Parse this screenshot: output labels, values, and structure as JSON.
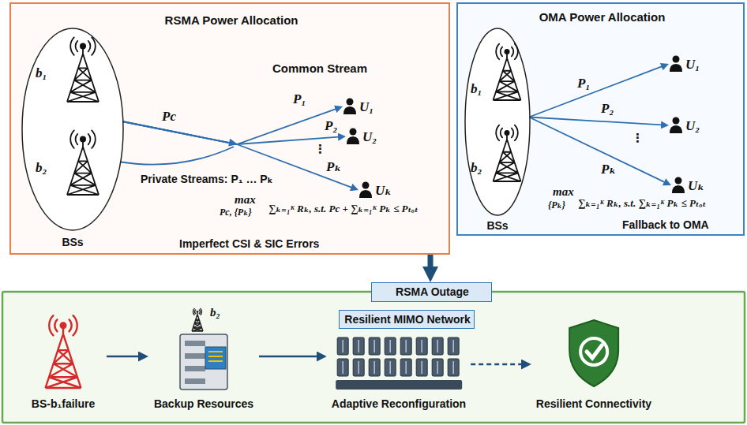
{
  "diagram": {
    "nodes": [
      {
        "text": [
          "RSMA Power Allocation",
          "Imperfect CSI & SIC Errors"
        ]
      },
      {
        "text": [
          "b₁",
          "b₂",
          "BSs"
        ],
        "in": 0
      },
      {
        "text": [
          "U₁"
        ],
        "in": 0
      },
      {
        "text": [
          "U₂"
        ],
        "in": 0
      },
      {
        "text": [
          "Uₖ"
        ],
        "in": 0
      },
      {
        "text": [
          "OMA Power Allocation",
          "Fallback to OMA"
        ]
      },
      {
        "text": [
          "b₁",
          "b₂",
          "BSs"
        ],
        "in": 5
      },
      {
        "text": [
          "U₁"
        ],
        "in": 5
      },
      {
        "text": [
          "U₂"
        ],
        "in": 5
      },
      {
        "text": [
          "Uₖ"
        ],
        "in": 5
      },
      {
        "text": [
          "RSMA Outage"
        ]
      },
      {
        "text": [
          "BS-b₁failure"
        ]
      },
      {
        "text": [
          "b₂",
          "Backup Resources"
        ]
      },
      {
        "text": [
          "Resilient MIMO Network"
        ]
      },
      {
        "text": [
          "Adaptive Reconfiguration"
        ]
      },
      {
        "text": [
          "Resilient Connectivity"
        ]
      }
    ],
    "edges": [
      {
        "from": 1,
        "to": 2,
        "arrow": "to",
        "label": "P₁"
      },
      {
        "from": 1,
        "to": 3,
        "arrow": "to",
        "label": "P₂"
      },
      {
        "from": 1,
        "to": 4,
        "arrow": "to",
        "label": "Pₖ"
      },
      {
        "from": 6,
        "to": 7,
        "arrow": "to",
        "label": "P₁"
      },
      {
        "from": 6,
        "to": 8,
        "arrow": "to",
        "label": "P₂"
      },
      {
        "from": 6,
        "to": 9,
        "arrow": "to",
        "label": "Pₖ"
      },
      {
        "from": 0,
        "to": 10,
        "arrow": "to"
      },
      {
        "from": 11,
        "to": 12,
        "arrow": "to"
      },
      {
        "from": 12,
        "to": 14,
        "arrow": "to"
      },
      {
        "from": 14,
        "to": 15,
        "arrow": "to"
      }
    ],
    "labels": [
      "Pc",
      "Common Stream",
      "⋮",
      "Private Streams: P₁ … Pₖ",
      "max",
      "Pc, {Pₖ}",
      "∑ₖ₌₁ᴷ Rₖ, s.t. Pc + ∑ₖ₌₁ᴷ Pₖ ≤ Pₜₒₜ",
      "⋮",
      "max",
      "{Pₖ}",
      "∑ₖ₌₁ᴷ Rₖ, s.t. ∑ₖ₌₁ᴷ Pₖ ≤ Pₜₒₜ"
    ]
  }
}
